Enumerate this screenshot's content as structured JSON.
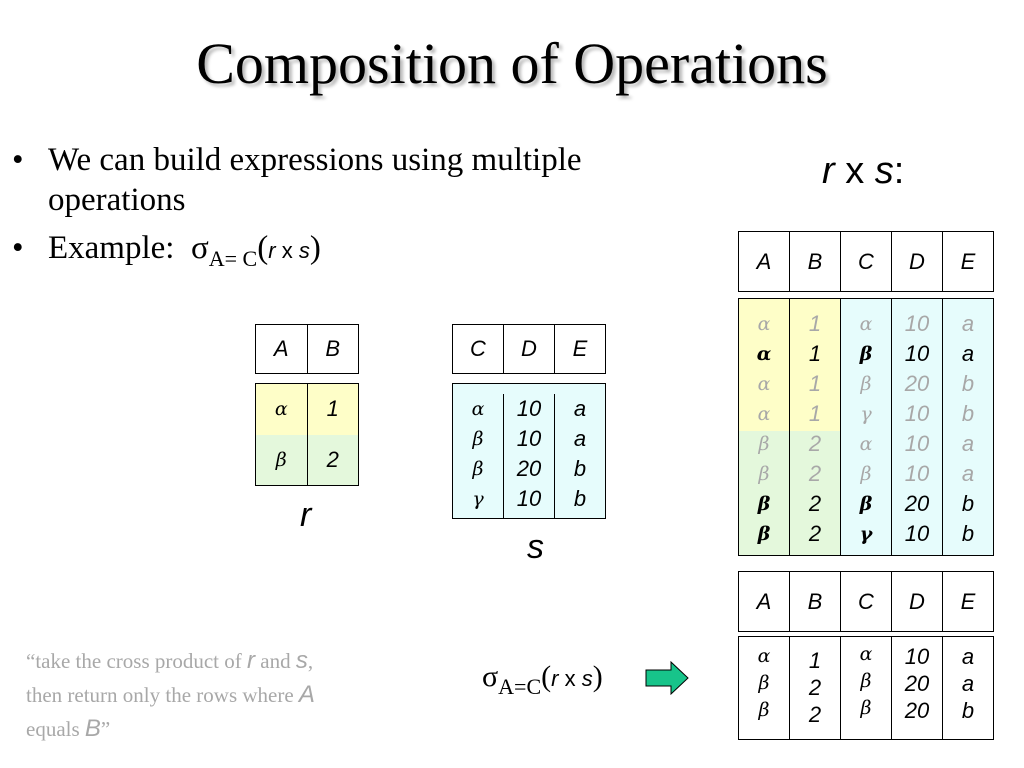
{
  "title": "Composition of Operations",
  "bullets": {
    "b1": "We can build expressions using multiple operations",
    "b2_prefix": "Example:",
    "sigma": "σ",
    "subscript": "A= C",
    "open_paren": "(",
    "r": "r",
    "times": "x",
    "s": "s",
    "close_paren": ")"
  },
  "r_label": "r",
  "s_label": "s",
  "rxs_label": {
    "r": "r",
    "x": "x",
    "s": "s",
    "colon": ":"
  },
  "table_r": {
    "headers": [
      "A",
      "B"
    ],
    "colors": [
      "#fefec8",
      "#e4f8dc"
    ],
    "A": [
      "α",
      "β"
    ],
    "B": [
      "1",
      "2"
    ]
  },
  "table_s": {
    "headers": [
      "C",
      "D",
      "E"
    ],
    "color": "#e6fcfc",
    "C": [
      "α",
      "β",
      "β",
      "γ"
    ],
    "D": [
      "10",
      "10",
      "20",
      "10"
    ],
    "E": [
      "a",
      "a",
      "b",
      "b"
    ]
  },
  "table_rxs": {
    "headers": [
      "A",
      "B",
      "C",
      "D",
      "E"
    ],
    "colors": {
      "r_top": "#fefec8",
      "r_bottom": "#e4f8dc",
      "s": "#e6fcfc"
    },
    "A": [
      "α",
      "α",
      "α",
      "α",
      "β",
      "β",
      "β",
      "β"
    ],
    "B": [
      "1",
      "1",
      "1",
      "1",
      "2",
      "2",
      "2",
      "2"
    ],
    "C": [
      "α",
      "β",
      "β",
      "γ",
      "α",
      "β",
      "β",
      "γ"
    ],
    "D": [
      "10",
      "10",
      "20",
      "10",
      "10",
      "10",
      "20",
      "10"
    ],
    "E": [
      "a",
      "a",
      "b",
      "b",
      "a",
      "a",
      "b",
      "b"
    ],
    "highlighted_rows": [
      1,
      6,
      7
    ]
  },
  "table_result": {
    "headers": [
      "A",
      "B",
      "C",
      "D",
      "E"
    ],
    "A": [
      "α",
      "β",
      "β"
    ],
    "B": [
      "1",
      "2",
      "2"
    ],
    "C": [
      "α",
      "β",
      "β"
    ],
    "D": [
      "10",
      "20",
      "20"
    ],
    "E": [
      "a",
      "a",
      "b"
    ]
  },
  "note": {
    "part1": "“take the cross product of ",
    "r": "r",
    "part2": " and ",
    "s": "s",
    "part3": ", then return only the rows where ",
    "a": "A",
    "part4": " equals ",
    "b": "B",
    "part5": "”"
  },
  "expression": {
    "sigma": "σ",
    "subscript": "A=C",
    "open_paren": "(",
    "r": "r",
    "times": "x",
    "s": "s",
    "close_paren": ")"
  },
  "arrow_color": "#17c48a"
}
